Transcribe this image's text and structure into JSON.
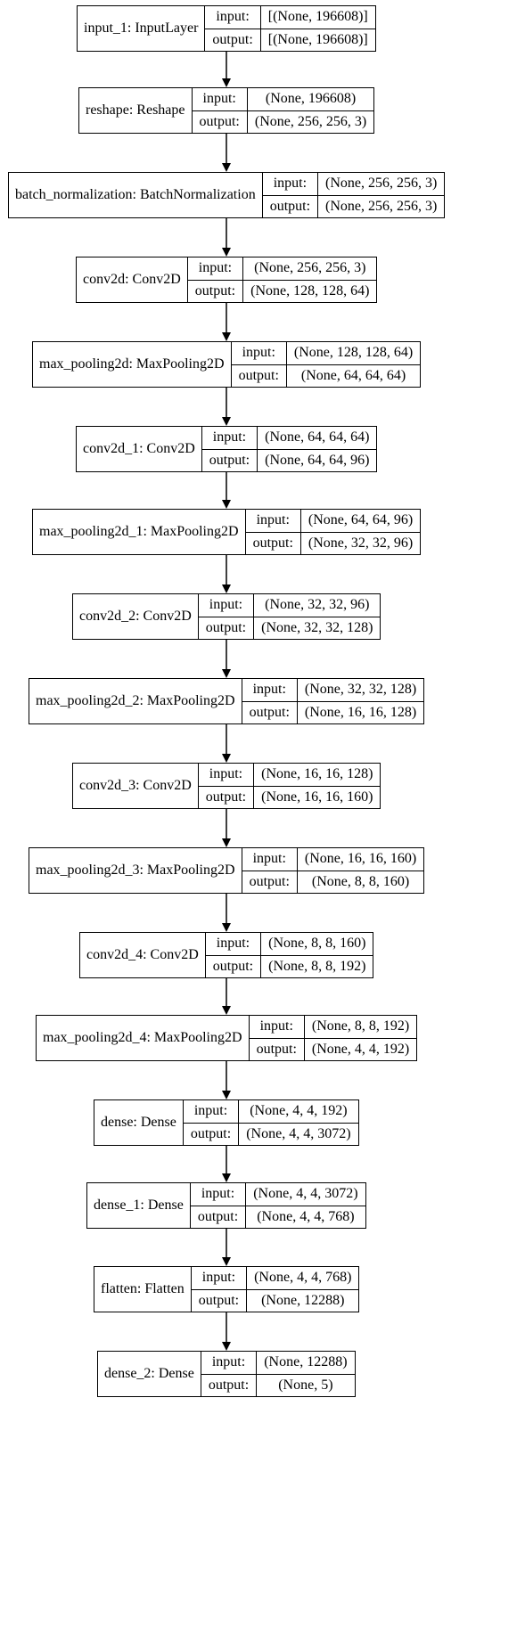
{
  "diagram": {
    "input_label": "input:",
    "output_label": "output:",
    "layers": [
      {
        "name": "input_1: InputLayer",
        "input": "[(None, 196608)]",
        "output": "[(None, 196608)]"
      },
      {
        "name": "reshape: Reshape",
        "input": "(None, 196608)",
        "output": "(None, 256, 256, 3)"
      },
      {
        "name": "batch_normalization: BatchNormalization",
        "input": "(None, 256, 256, 3)",
        "output": "(None, 256, 256, 3)"
      },
      {
        "name": "conv2d: Conv2D",
        "input": "(None, 256, 256, 3)",
        "output": "(None, 128, 128, 64)"
      },
      {
        "name": "max_pooling2d: MaxPooling2D",
        "input": "(None, 128, 128, 64)",
        "output": "(None, 64, 64, 64)"
      },
      {
        "name": "conv2d_1: Conv2D",
        "input": "(None, 64, 64, 64)",
        "output": "(None, 64, 64, 96)"
      },
      {
        "name": "max_pooling2d_1: MaxPooling2D",
        "input": "(None, 64, 64, 96)",
        "output": "(None, 32, 32, 96)"
      },
      {
        "name": "conv2d_2: Conv2D",
        "input": "(None, 32, 32, 96)",
        "output": "(None, 32, 32, 128)"
      },
      {
        "name": "max_pooling2d_2: MaxPooling2D",
        "input": "(None, 32, 32, 128)",
        "output": "(None, 16, 16, 128)"
      },
      {
        "name": "conv2d_3: Conv2D",
        "input": "(None, 16, 16, 128)",
        "output": "(None, 16, 16, 160)"
      },
      {
        "name": "max_pooling2d_3: MaxPooling2D",
        "input": "(None, 16, 16, 160)",
        "output": "(None, 8, 8, 160)"
      },
      {
        "name": "conv2d_4: Conv2D",
        "input": "(None, 8, 8, 160)",
        "output": "(None, 8, 8, 192)"
      },
      {
        "name": "max_pooling2d_4: MaxPooling2D",
        "input": "(None, 8, 8, 192)",
        "output": "(None, 4, 4, 192)"
      },
      {
        "name": "dense: Dense",
        "input": "(None, 4, 4, 192)",
        "output": "(None, 4, 4, 3072)"
      },
      {
        "name": "dense_1: Dense",
        "input": "(None, 4, 4, 3072)",
        "output": "(None, 4, 4, 768)"
      },
      {
        "name": "flatten: Flatten",
        "input": "(None, 4, 4, 768)",
        "output": "(None, 12288)"
      },
      {
        "name": "dense_2: Dense",
        "input": "(None, 12288)",
        "output": "(None, 5)"
      }
    ]
  }
}
